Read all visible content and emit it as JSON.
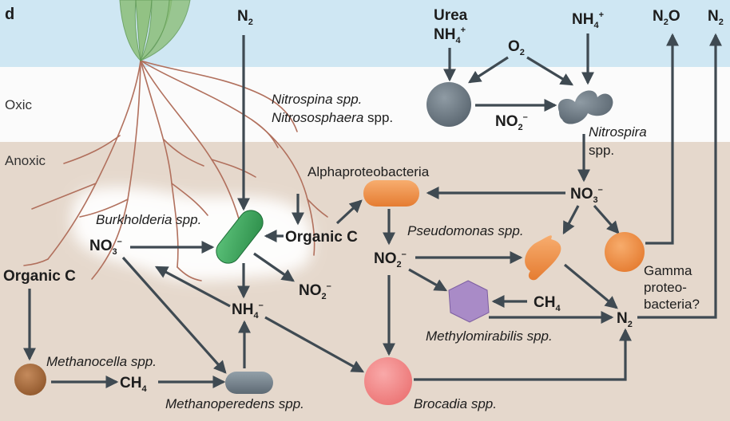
{
  "panel_label": "d",
  "zones": {
    "oxic": "Oxic",
    "anoxic": "Anoxic"
  },
  "chemicals": {
    "n2_top": {
      "main": "N",
      "sub": "2"
    },
    "urea": "Urea",
    "nh4_urea": {
      "main": "NH",
      "sub": "4",
      "sup": "+"
    },
    "nh4_right": {
      "main": "NH",
      "sub": "4",
      "sup": "+"
    },
    "o2": {
      "main": "O",
      "sub": "2"
    },
    "n2o_top": {
      "main": "N",
      "sub": "2",
      "tail": "O"
    },
    "n2_topright": {
      "main": "N",
      "sub": "2"
    },
    "no2_oxic": {
      "main": "NO",
      "sub": "2",
      "sup": "–"
    },
    "no3_right": {
      "main": "NO",
      "sub": "3",
      "sup": "–"
    },
    "no3_left": {
      "main": "NO",
      "sub": "3",
      "sup": "–"
    },
    "organic_c_center": "Organic C",
    "organic_c_left": "Organic C",
    "no2_mid": {
      "main": "NO",
      "sub": "2",
      "sup": "–"
    },
    "no2_center": {
      "main": "NO",
      "sub": "2",
      "sup": "–"
    },
    "nh4_center": {
      "main": "NH",
      "sub": "4",
      "sup": "–"
    },
    "ch4_right": {
      "main": "CH",
      "sub": "4"
    },
    "ch4_bottom": {
      "main": "CH",
      "sub": "4"
    },
    "n2_bottom": {
      "main": "N",
      "sub": "2"
    }
  },
  "organisms": {
    "nitrospina_line1": "Nitrospina spp.",
    "nitrososphaera_name": "Nitrososphaera",
    "nitrososphaera_spp": " spp.",
    "nitrospira_name": "Nitrospira",
    "nitrospira_spp": "spp.",
    "alphaproteobacteria": "Alphaproteobacteria",
    "burkholderia": "Burkholderia spp.",
    "pseudomonas": "Pseudomonas spp.",
    "gamma_line1": "Gamma",
    "gamma_line2": "proteo-",
    "gamma_line3": "bacteria?",
    "methylomirabilis": "Methylomirabilis spp.",
    "methanocella": "Methanocella spp.",
    "methanoperedens": "Methanoperedens spp.",
    "brocadia": "Brocadia spp."
  },
  "colors": {
    "sky": "#cfe7f3",
    "oxic_band": "#fbfbfb",
    "anoxic": "#e5d8cc",
    "arrow": "#3f4a52",
    "root": "#b1705d",
    "plant": "#8cbe79",
    "grey_cell": "#6f7c86",
    "green_cell": "#3aa85c",
    "orange_cell": "#f0924a",
    "purple_cell": "#a98bc7",
    "brown_cell": "#a56a3c",
    "pink_cell": "#f28b8b"
  }
}
